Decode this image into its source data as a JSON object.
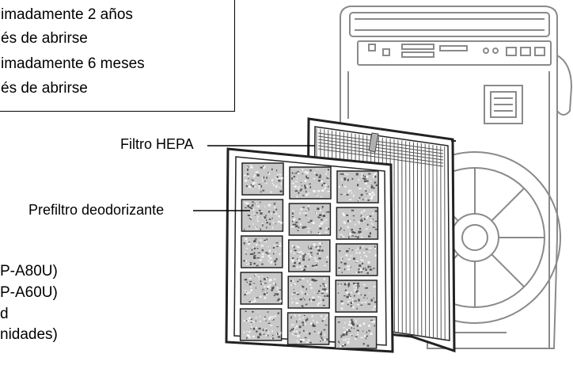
{
  "infobox": {
    "lines": [
      "imadamente 2 años",
      "és de abrirse",
      "imadamente 6 meses",
      "és de abrirse"
    ]
  },
  "labels": {
    "hepa": "Filtro HEPA",
    "prefilter": "Prefiltro deodorizante"
  },
  "left_text": {
    "lines": [
      "P-A80U)",
      "P-A60U)",
      "d",
      "nidades)"
    ]
  },
  "colors": {
    "line": "#000000",
    "housing": "#8a8a8a",
    "frame": "#222222",
    "pad_fill": "#bdbdbd"
  }
}
